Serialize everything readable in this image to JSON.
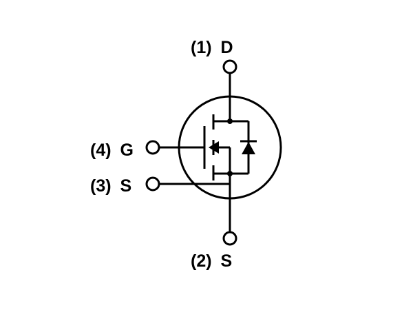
{
  "diagram": {
    "component": "MOSFET",
    "pins": {
      "drain": {
        "number": "(1)",
        "name": "D"
      },
      "source_bottom": {
        "number": "(2)",
        "name": "S"
      },
      "source_kelvin": {
        "number": "(3)",
        "name": "S"
      },
      "gate": {
        "number": "(4)",
        "name": "G"
      }
    }
  }
}
